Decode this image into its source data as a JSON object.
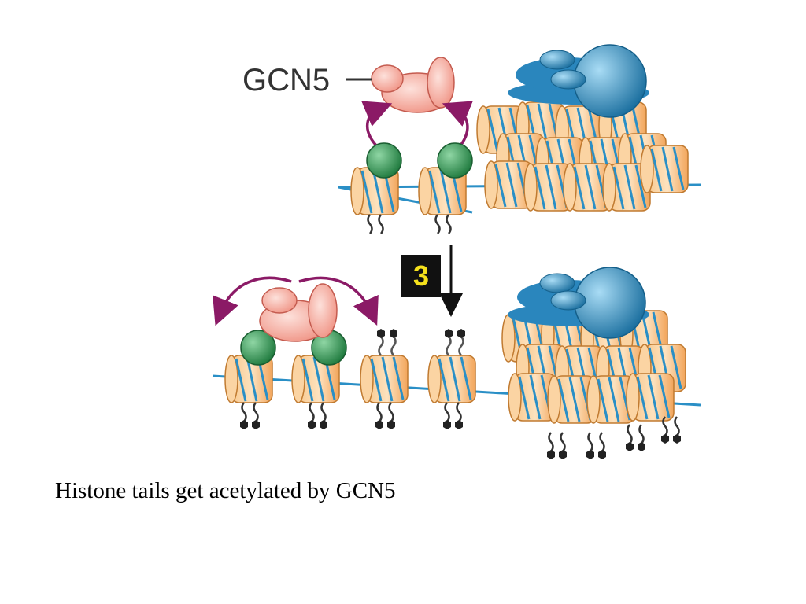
{
  "diagram": {
    "gcn5_label": "GCN5",
    "step_number": "3",
    "caption": "Histone tails get acetylated by GCN5"
  },
  "colors": {
    "dna": "#2a8fc6",
    "nucleosome": "#f6b36b",
    "gcn5": "#f4a89a",
    "bound_protein": "#2f9a53",
    "remodeler": "#2a86bd",
    "arrow_purple": "#8b1a66",
    "tail": "#333333",
    "badge_bg": "#111111",
    "badge_text": "#f5e11c"
  },
  "icons": [
    "nucleosome-icon",
    "gcn5-complex-icon",
    "acetyl-group-icon",
    "histone-tail-icon",
    "chromatin-remodeler-icon"
  ]
}
